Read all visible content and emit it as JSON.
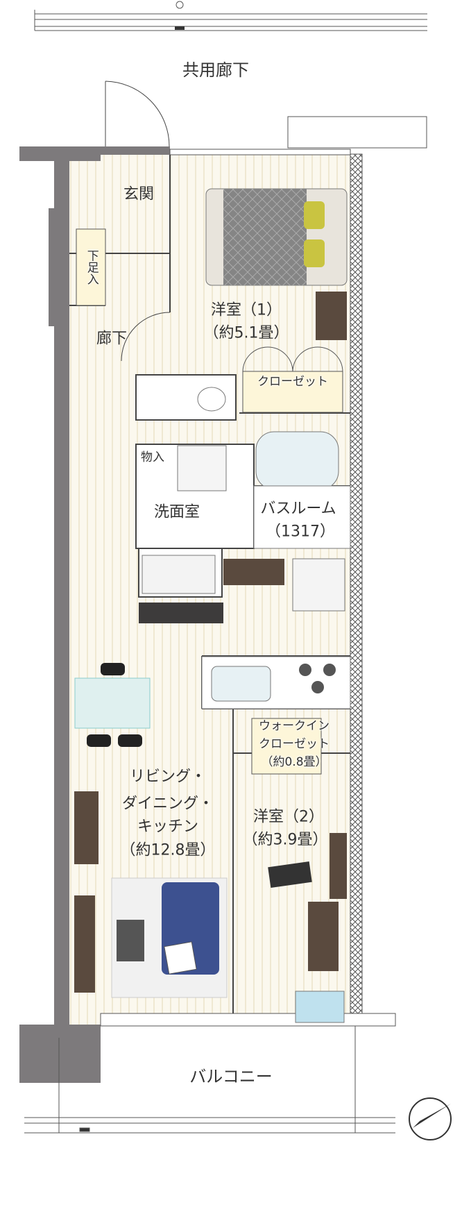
{
  "common_corridor": "共用廊下",
  "rooms": {
    "entrance": "玄関",
    "shoe_cabinet": "下足入",
    "hallway": "廊下",
    "western_room_1": {
      "name": "洋室（1）",
      "size": "（約5.1畳）"
    },
    "closet": "クローゼット",
    "storage": "物入",
    "washroom": "洗面室",
    "bathroom": {
      "name": "バスルーム",
      "size": "（1317）"
    },
    "walk_in_closet": {
      "line1": "ウォークイン",
      "line2": "クローゼット",
      "size": "（約0.8畳）"
    },
    "ldk": {
      "line1": "リビング・",
      "line2": "ダイニング・",
      "line3": "キッチン",
      "size": "（約12.8畳）"
    },
    "western_room_2": {
      "name": "洋室（2）",
      "size": "（約3.9畳）"
    },
    "balcony": "バルコニー"
  },
  "colors": {
    "wall": "#7d7a7c",
    "floor": "#fbf8ee",
    "closet": "#fdf6d9",
    "sofa": "#3d5190",
    "bed": "#858585",
    "pillow": "#c9c441"
  }
}
